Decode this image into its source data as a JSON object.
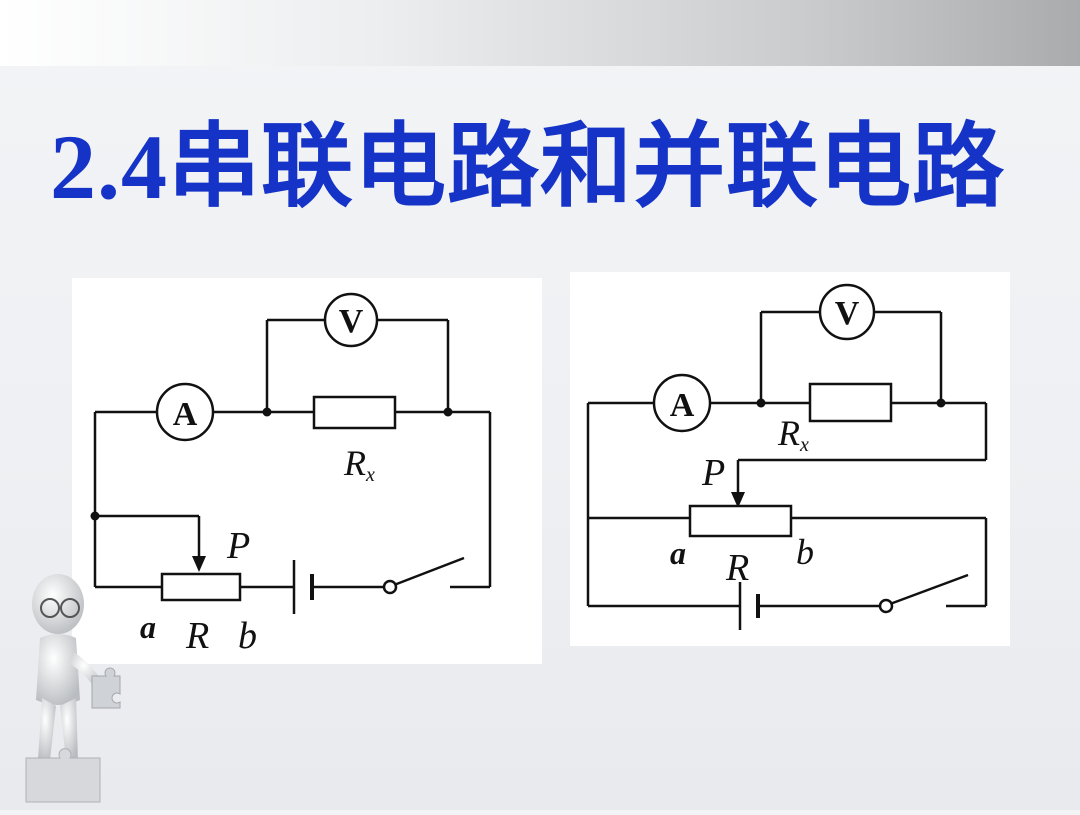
{
  "slide": {
    "title": "2.4串联电路和并联电路"
  },
  "circuits": [
    {
      "voltmeter_label": "V",
      "ammeter_label": "A",
      "resistor_x_label": "R",
      "resistor_x_subscript": "x",
      "rheostat_label": "R",
      "slider_label": "P",
      "end_a_label": "a",
      "end_b_label": "b"
    },
    {
      "voltmeter_label": "V",
      "ammeter_label": "A",
      "resistor_x_label": "R",
      "resistor_x_subscript": "x",
      "rheostat_label": "R",
      "slider_label": "P",
      "end_a_label": "a",
      "end_b_label": "b"
    }
  ],
  "colors": {
    "title": "#1533c7",
    "wire": "#111111"
  },
  "icons": {
    "mascot": "3d-person-with-puzzle-piece-icon"
  }
}
